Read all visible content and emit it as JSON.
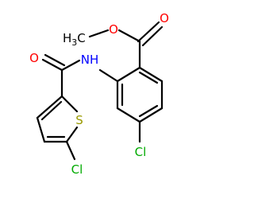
{
  "diagram": {
    "type": "chemical-structure",
    "labels": {
      "ester_o_carbonyl": "O",
      "ester_o_ether": "O",
      "methyl": "H",
      "methyl_c": "C",
      "methyl_sub": "3",
      "nh": "NH",
      "amide_o": "O",
      "thiophene_s": "S",
      "cl_benzene": "Cl",
      "cl_thiophene": "Cl"
    },
    "colors": {
      "bond": "#000000",
      "oxygen": "#ff0000",
      "nitrogen": "#0000ff",
      "sulfur": "#999900",
      "chlorine": "#00aa00",
      "carbon_text": "#000000"
    }
  }
}
